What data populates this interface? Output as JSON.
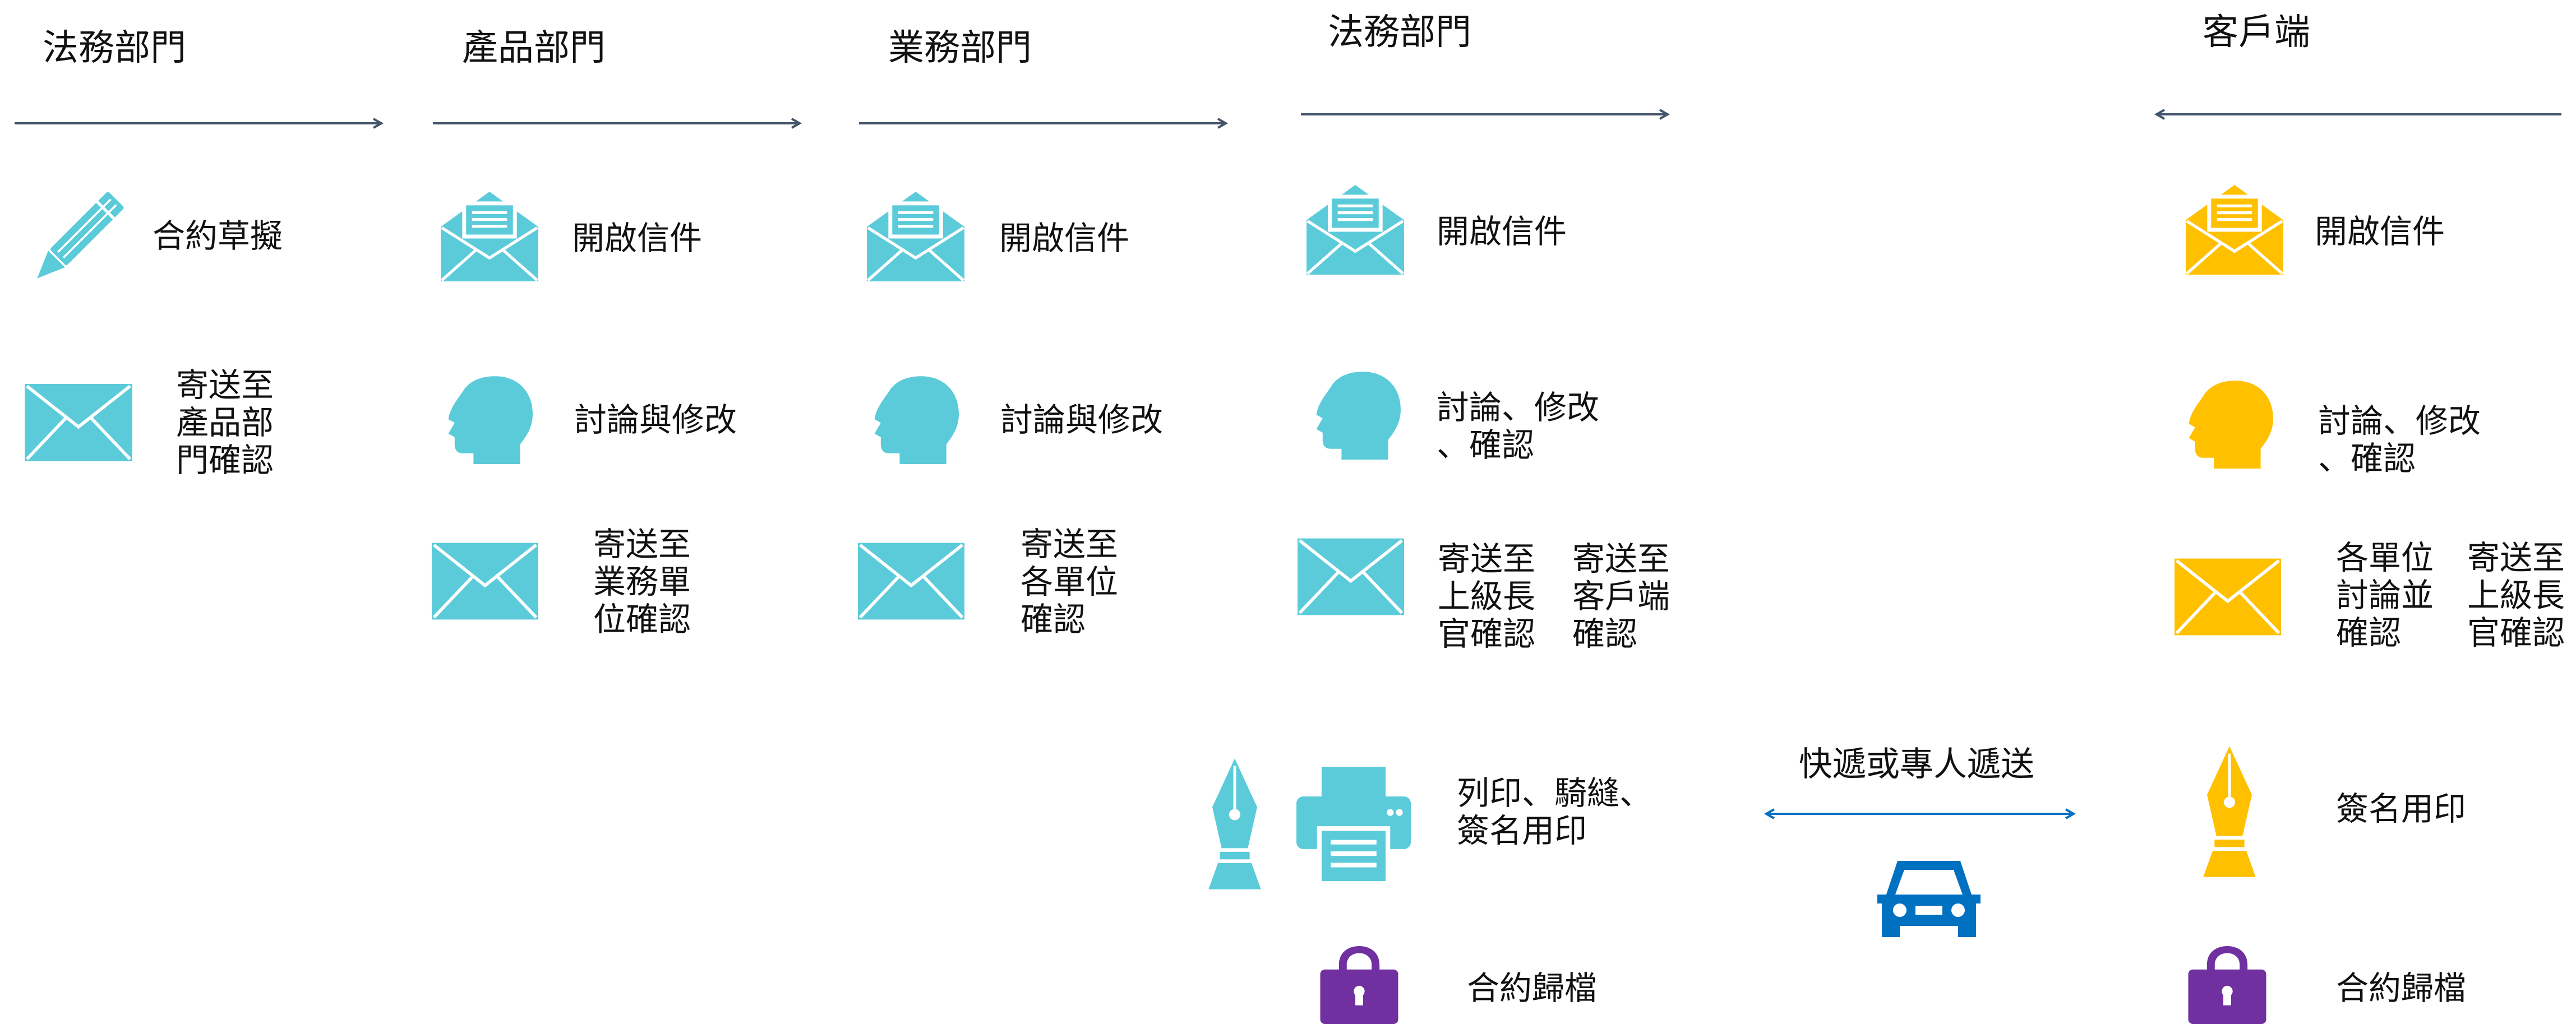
{
  "colors": {
    "teal": "#5BCBD9",
    "yellow": "#FFC000",
    "purple": "#7030A0",
    "blue": "#0070C0",
    "arrow": "#44546A"
  },
  "columns": [
    {
      "header": "法務部門",
      "steps": [
        {
          "icon": "pencil-icon",
          "label": "合約草擬"
        },
        {
          "icon": "envelope-icon",
          "label": "寄送至\n產品部\n門確認"
        }
      ]
    },
    {
      "header": "產品部門",
      "steps": [
        {
          "icon": "open-envelope-icon",
          "label": "開啟信件"
        },
        {
          "icon": "head-icon",
          "label": "討論與修改"
        },
        {
          "icon": "envelope-icon",
          "label": "寄送至\n業務單\n位確認"
        }
      ]
    },
    {
      "header": "業務部門",
      "steps": [
        {
          "icon": "open-envelope-icon",
          "label": "開啟信件"
        },
        {
          "icon": "head-icon",
          "label": "討論與修改"
        },
        {
          "icon": "envelope-icon",
          "label": "寄送至\n各單位\n確認"
        }
      ]
    },
    {
      "header": "法務部門",
      "steps": [
        {
          "icon": "open-envelope-icon",
          "label": "開啟信件"
        },
        {
          "icon": "head-icon",
          "label": "討論、修改\n、確認"
        },
        {
          "icon": "envelope-icon",
          "label": "寄送至\n上級長\n官確認",
          "label2": "寄送至\n客戶端\n確認"
        },
        {
          "icon": "printer-icon",
          "label": "列印、騎縫、\n簽名用印"
        },
        {
          "icon": "padlock-icon",
          "label": "合約歸檔"
        }
      ]
    },
    {
      "header": "客戶端",
      "steps": [
        {
          "icon": "open-envelope-icon",
          "label": "開啟信件"
        },
        {
          "icon": "head-icon",
          "label": "討論、修改\n、確認"
        },
        {
          "icon": "envelope-icon",
          "label": "各單位\n討論並\n確認",
          "label2": "寄送至\n上級長\n官確認"
        },
        {
          "icon": "pen-nib-icon",
          "label": "簽名用印"
        },
        {
          "icon": "padlock-icon",
          "label": "合約歸檔"
        }
      ]
    }
  ],
  "delivery": {
    "label": "快遞或專人遞送",
    "icon": "car-icon"
  }
}
